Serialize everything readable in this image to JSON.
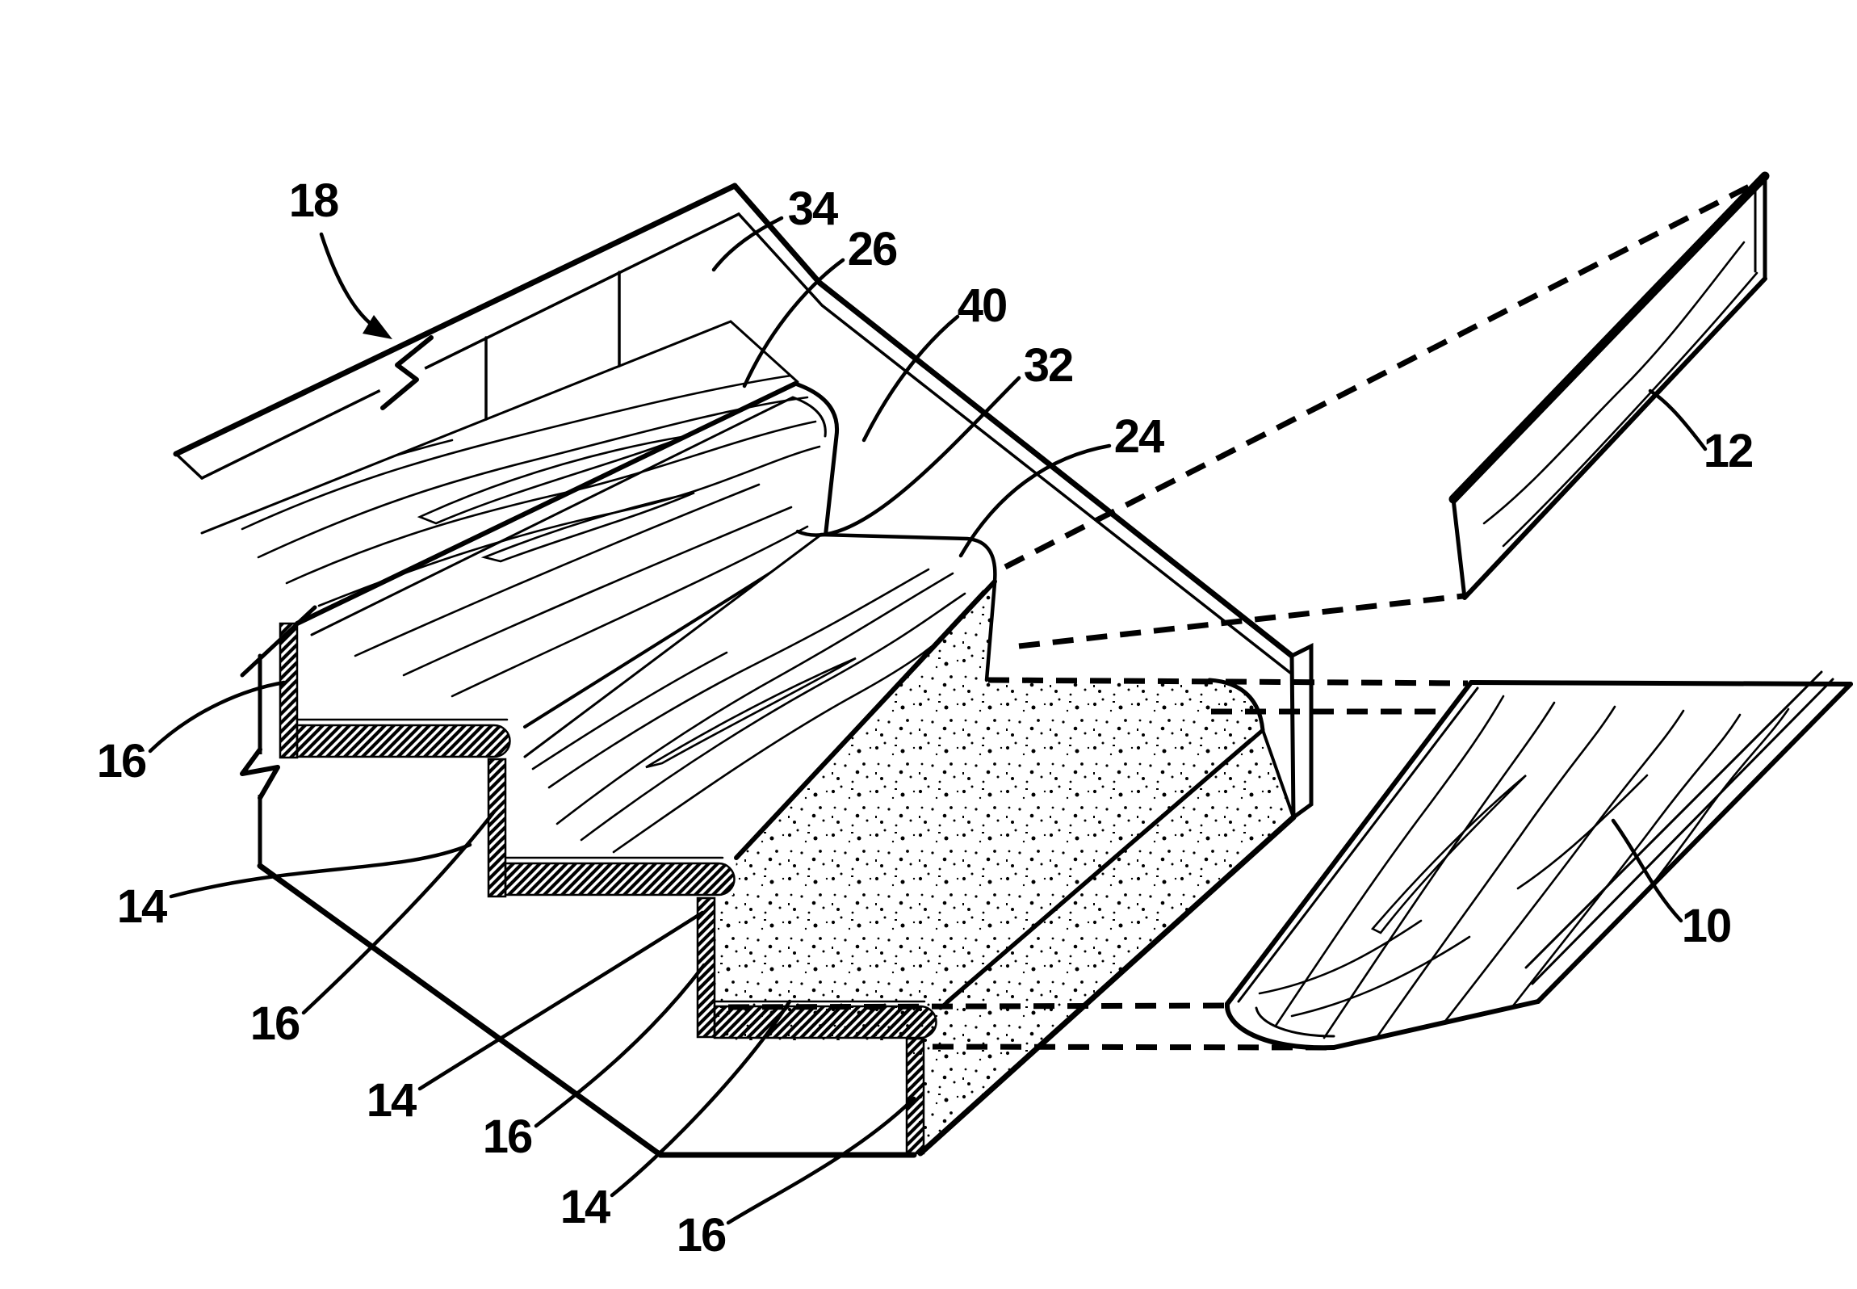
{
  "figure": {
    "kind": "patent line drawing",
    "subject": "stair tread and riser cover installation, exploded isometric view",
    "background_color": "#ffffff",
    "ink_color": "#000000"
  },
  "callouts": {
    "assembly": "18",
    "stringer_edge": "34",
    "first_tread_cover": "26",
    "first_nosing": "40",
    "riser_cover_installed": "32",
    "second_tread_cover": "24",
    "riser_cover_exploded": "12",
    "tread_cover_exploded": "10",
    "edge_strip_1": "16",
    "edge_strip_2": "16",
    "edge_strip_3": "16",
    "edge_strip_4": "16",
    "base_step_1": "14",
    "base_step_2": "14",
    "base_step_3": "14"
  }
}
